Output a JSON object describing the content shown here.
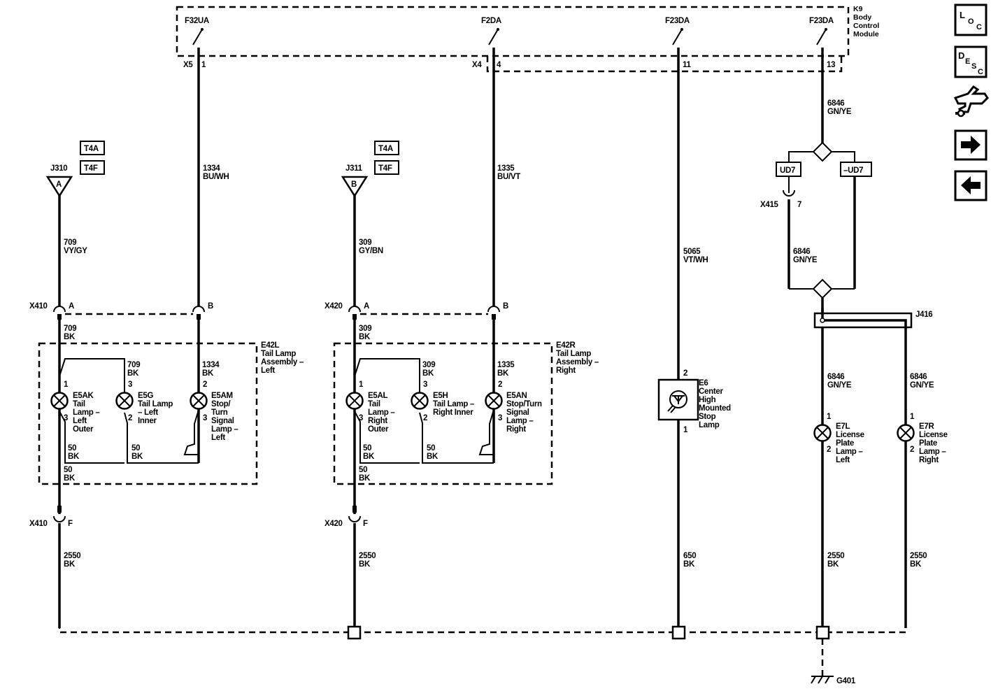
{
  "module": {
    "lines": [
      "K9",
      "Body",
      "Control",
      "Module"
    ],
    "fuses": [
      "F32UA",
      "F2DA",
      "F23DA",
      "F23DA"
    ],
    "connector_left": "X5",
    "connector_right": "X4",
    "pins": [
      "1",
      "4",
      "11",
      "13"
    ]
  },
  "wires": {
    "w1334_top": [
      "1334",
      "BU/WH"
    ],
    "w1335_top": [
      "1335",
      "BU/VT"
    ],
    "w709": [
      "709",
      "VY/GY"
    ],
    "w309": [
      "309",
      "GY/BN"
    ],
    "w5065": [
      "5065",
      "VT/WH"
    ],
    "w6846_top": [
      "6846",
      "GN/YE"
    ],
    "w6846_mid": [
      "6846",
      "GN/YE"
    ],
    "w709bk": [
      "709",
      "BK"
    ],
    "w309bk": [
      "309",
      "BK"
    ],
    "w709bk_in": [
      "709",
      "BK"
    ],
    "w1334bk": [
      "1334",
      "BK"
    ],
    "w309bk_in": [
      "309",
      "BK"
    ],
    "w1335bk": [
      "1335",
      "BK"
    ],
    "w50_l1": [
      "50",
      "BK"
    ],
    "w50_l2": [
      "50",
      "BK"
    ],
    "w50_l3": [
      "50",
      "BK"
    ],
    "w50_r1": [
      "50",
      "BK"
    ],
    "w50_r2": [
      "50",
      "BK"
    ],
    "w50_r3": [
      "50",
      "BK"
    ],
    "w6846_l": [
      "6846",
      "GN/YE"
    ],
    "w6846_r": [
      "6846",
      "GN/YE"
    ],
    "w2550_a": [
      "2550",
      "BK"
    ],
    "w2550_b": [
      "2550",
      "BK"
    ],
    "w650": [
      "650",
      "BK"
    ],
    "w2550_c": [
      "2550",
      "BK"
    ],
    "w2550_d": [
      "2550",
      "BK"
    ]
  },
  "refs": {
    "t4a_l": "T4A",
    "t4f_l": "T4F",
    "t4a_r": "T4A",
    "t4f_r": "T4F"
  },
  "splices": {
    "j310": "J310",
    "j311": "J311",
    "j310_letter": "A",
    "j311_letter": "B",
    "j416": "J416"
  },
  "connectors": {
    "x410_top": "X410",
    "x410_a": "A",
    "x410_b": "B",
    "x420_top": "X420",
    "x420_a": "A",
    "x420_b": "B",
    "x410_bot": "X410",
    "x410_f": "F",
    "x420_bot": "X420",
    "x420_f": "F",
    "x415": "X415",
    "x415_pin": "7"
  },
  "options": {
    "ud7": "UD7",
    "not_ud7": "–UD7"
  },
  "assemblies": {
    "left": [
      "E42L",
      "Tail Lamp",
      "Assembly –",
      "Left"
    ],
    "right": [
      "E42R",
      "Tail Lamp",
      "Assembly –",
      "Right"
    ]
  },
  "lamps": {
    "e5ak": [
      "E5AK",
      "Tail",
      "Lamp –",
      "Left",
      "Outer"
    ],
    "e5g": [
      "E5G",
      "Tail Lamp",
      "– Left",
      "Inner"
    ],
    "e5am": [
      "E5AM",
      "Stop/",
      "Turn",
      "Signal",
      "Lamp –",
      "Left"
    ],
    "e5al": [
      "E5AL",
      "Tail",
      "Lamp –",
      "Right",
      "Outer"
    ],
    "e5h": [
      "E5H",
      "Tail Lamp –",
      "Right Inner"
    ],
    "e5an": [
      "E5AN",
      "Stop/Turn",
      "Signal",
      "Lamp –",
      "Right"
    ],
    "e6": [
      "E6",
      "Center",
      "High",
      "Mounted",
      "Stop",
      "Lamp"
    ],
    "e7l": [
      "E7L",
      "License",
      "Plate",
      "Lamp –",
      "Left"
    ],
    "e7r": [
      "E7R",
      "License",
      "Plate",
      "Lamp –",
      "Right"
    ]
  },
  "lamp_pins": {
    "e5ak_1": "1",
    "e5ak_3": "3",
    "e5g_3": "3",
    "e5g_2": "2",
    "e5am_2": "2",
    "e5am_3": "3",
    "e5al_1": "1",
    "e5al_3": "3",
    "e5h_3": "3",
    "e5h_2": "2",
    "e5an_2": "2",
    "e5an_3": "3",
    "e6_2": "2",
    "e6_1": "1",
    "e7l_1": "1",
    "e7l_2": "2",
    "e7r_1": "1",
    "e7r_2": "2"
  },
  "ground": "G401",
  "nav": {
    "loc": {
      "big": "L",
      "sub1": "O",
      "sub2": "C"
    },
    "desc": {
      "big": "D",
      "sub1": "E",
      "sub2": "S",
      "sub3": "C"
    },
    "icons": [
      "harness-icon",
      "arrow-right-icon",
      "arrow-left-icon"
    ]
  }
}
